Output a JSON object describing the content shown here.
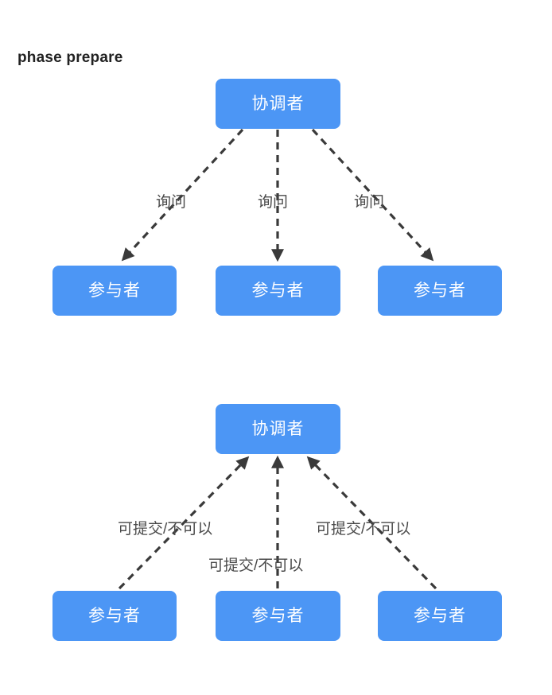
{
  "diagram": {
    "title": "phase prepare",
    "colors": {
      "node_fill": "#4c96f5",
      "node_text": "#ffffff",
      "edge_stroke": "#3a3a3a",
      "label_text": "#4a4a4a",
      "background": "#ffffff"
    },
    "phase_one": {
      "coordinator": {
        "label": "协调者"
      },
      "participants": [
        {
          "label": "参与者"
        },
        {
          "label": "参与者"
        },
        {
          "label": "参与者"
        }
      ],
      "edges": [
        {
          "label": "询问",
          "direction": "coordinator-to-participant"
        },
        {
          "label": "询问",
          "direction": "coordinator-to-participant"
        },
        {
          "label": "询问",
          "direction": "coordinator-to-participant"
        }
      ]
    },
    "phase_two": {
      "coordinator": {
        "label": "协调者"
      },
      "participants": [
        {
          "label": "参与者"
        },
        {
          "label": "参与者"
        },
        {
          "label": "参与者"
        }
      ],
      "edges": [
        {
          "label": "可提交/不可以",
          "direction": "participant-to-coordinator"
        },
        {
          "label": "可提交/不可以",
          "direction": "participant-to-coordinator"
        },
        {
          "label": "可提交/不可以",
          "direction": "participant-to-coordinator"
        }
      ]
    }
  }
}
